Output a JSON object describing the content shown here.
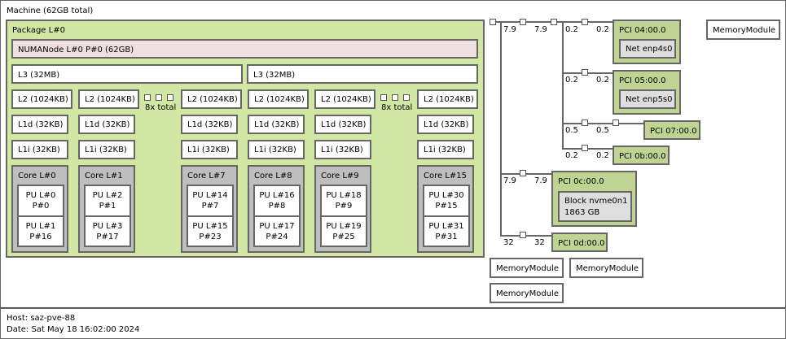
{
  "machine": {
    "title": "Machine (62GB total)",
    "package": {
      "title": "Package L#0",
      "numa": "NUMANode L#0 P#0 (62GB)",
      "l3": [
        "L3 (32MB)",
        "L3 (32MB)"
      ],
      "l2_label": "L2 (1024KB)",
      "l1d_label": "L1d (32KB)",
      "l1i_label": "L1i (32KB)",
      "group_total": "8x total",
      "cores": [
        {
          "title": "Core L#0",
          "pus": [
            {
              "l": "PU L#0",
              "p": "P#0"
            },
            {
              "l": "PU L#1",
              "p": "P#16"
            }
          ]
        },
        {
          "title": "Core L#1",
          "pus": [
            {
              "l": "PU L#2",
              "p": "P#1"
            },
            {
              "l": "PU L#3",
              "p": "P#17"
            }
          ]
        },
        {
          "title": "Core L#7",
          "pus": [
            {
              "l": "PU L#14",
              "p": "P#7"
            },
            {
              "l": "PU L#15",
              "p": "P#23"
            }
          ]
        },
        {
          "title": "Core L#8",
          "pus": [
            {
              "l": "PU L#16",
              "p": "P#8"
            },
            {
              "l": "PU L#17",
              "p": "P#24"
            }
          ]
        },
        {
          "title": "Core L#9",
          "pus": [
            {
              "l": "PU L#18",
              "p": "P#9"
            },
            {
              "l": "PU L#19",
              "p": "P#25"
            }
          ]
        },
        {
          "title": "Core L#15",
          "pus": [
            {
              "l": "PU L#30",
              "p": "P#15"
            },
            {
              "l": "PU L#31",
              "p": "P#31"
            }
          ]
        }
      ]
    },
    "pci": {
      "bandwidths": {
        "root_a": "7.9",
        "root_b": "7.9",
        "b04_a": "0.2",
        "b04_b": "0.2",
        "b05_a": "0.2",
        "b05_b": "0.2",
        "b07_a": "0.5",
        "b07_b": "0.5",
        "b0b_a": "0.2",
        "b0b_b": "0.2",
        "b0c_a": "7.9",
        "b0c_b": "7.9",
        "b0d_a": "32",
        "b0d_b": "32"
      },
      "devices": {
        "d04": {
          "title": "PCI 04:00.0",
          "child": "Net enp4s0"
        },
        "d05": {
          "title": "PCI 05:00.0",
          "child": "Net enp5s0"
        },
        "d07": {
          "title": "PCI 07:00.0"
        },
        "d0b": {
          "title": "PCI 0b:00.0"
        },
        "d0c": {
          "title": "PCI 0c:00.0",
          "child": "Block nvme0n1",
          "child_size": "1863 GB"
        },
        "d0d": {
          "title": "PCI 0d:00.0"
        }
      }
    },
    "memory_modules": [
      "MemoryModule",
      "MemoryModule",
      "MemoryModule",
      "MemoryModule"
    ]
  },
  "legend": {
    "host": "Host: saz-pve-88",
    "date": "Date: Sat May 18 16:02:00 2024"
  }
}
